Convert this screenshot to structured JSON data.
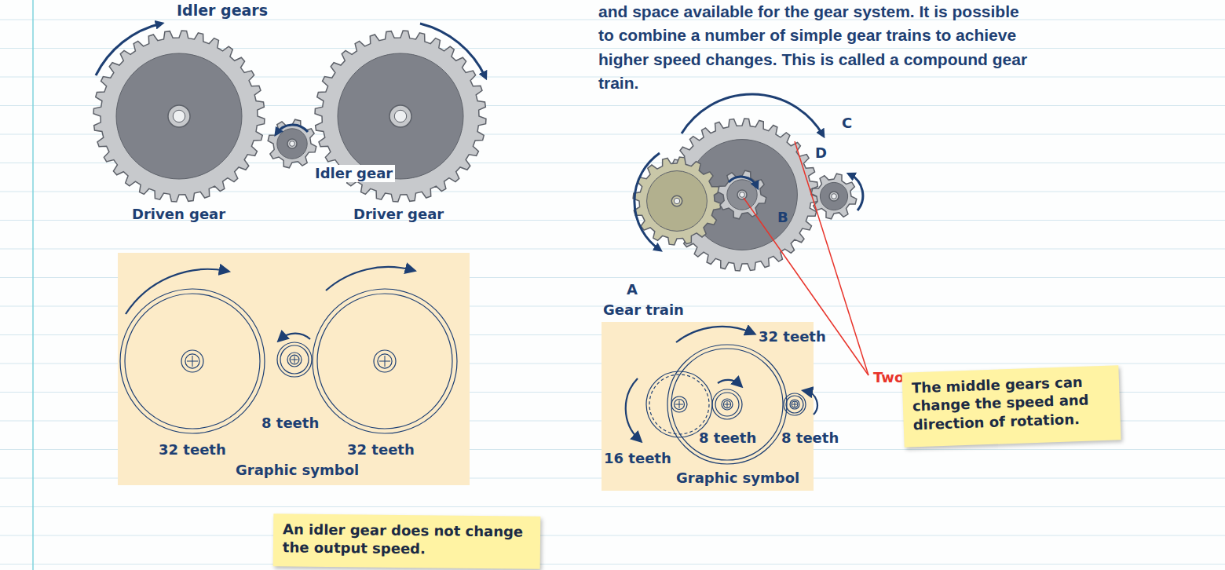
{
  "diagram": {
    "title": "Idler gears",
    "nodes": [
      {
        "text": [
          "8 teeth",
          "32 teeth",
          "32 teeth",
          "Graphic symbol"
        ]
      },
      {
        "text": [
          "An idler gear does not change the output speed."
        ]
      },
      {
        "text": [
          "32 teeth",
          "8 teeth",
          "8 teeth",
          "16 teeth",
          "Graphic symbol"
        ]
      },
      {
        "text": [
          "The middle gears can change the speed and direction of rotation."
        ]
      }
    ],
    "labels": [
      "Idler gear",
      "Driven gear",
      "Driver gear",
      "and space available for the gear system. It is possible to combine a number of simple gear trains to achieve higher speed changes. This is called a compound gear train.",
      "C",
      "D",
      "B",
      "A",
      "Gear train",
      "Two gears on one shaft"
    ]
  }
}
